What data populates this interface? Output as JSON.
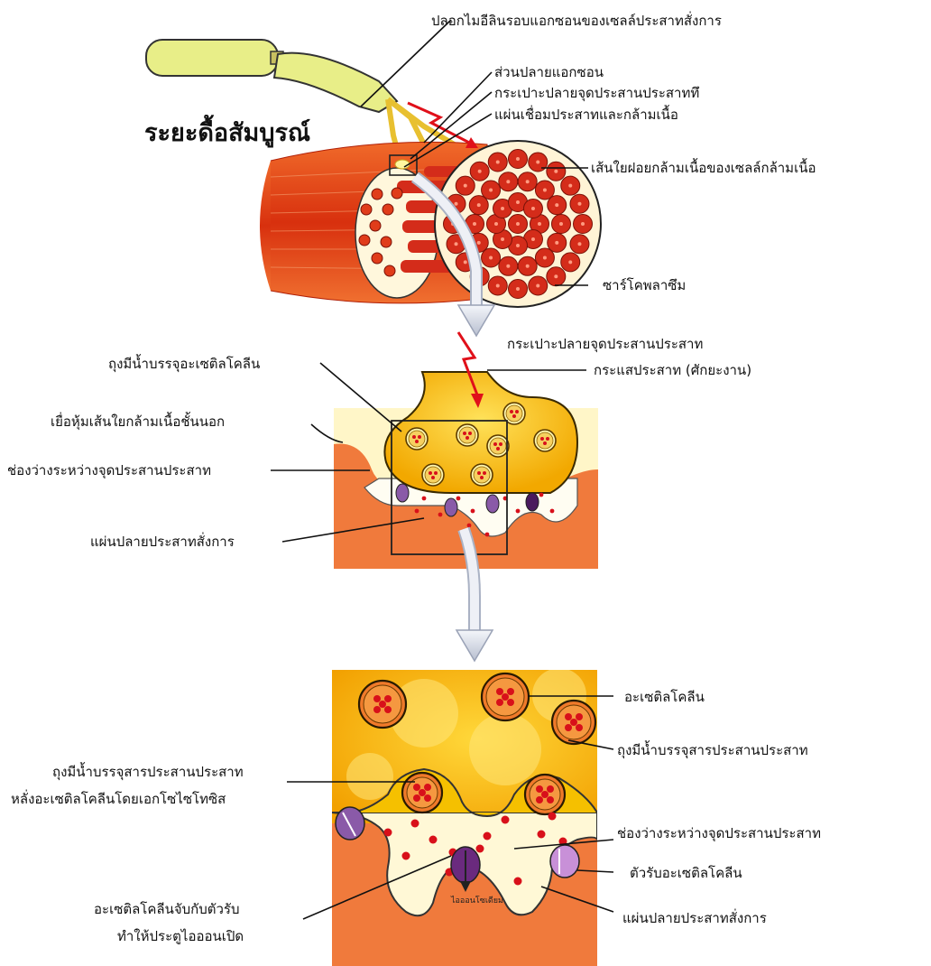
{
  "labels": {
    "myelin_sheath": "ปลอกไมอีลินรอบแอกซอนของเซลล์ประสาทสั่งการ",
    "axon_terminal": "ส่วนปลายแอกซอน",
    "terminal_bouton_top": "กระเปาะปลายจุดประสานประสาททึ",
    "neuromuscular_junction": "แผ่นเชื่อมประสาทและกล้ามเนื้อ",
    "resting_state": "ระยะดื้อสัมบูรณ์",
    "myofibril": "เส้นใยฝอยกล้ามเนื้อของเซลล์กล้ามเนื้อ",
    "sarcoplasm": "ซาร์โคพลาซึม",
    "terminal_bouton": "กระเปาะปลายจุดประสานประสาท",
    "nerve_impulse": "กระแสประสาท (ศักยะงาน)",
    "ach_vesicle": "ถุงมีน้ำบรรจุอะเซติลโคลีน",
    "sarcolemma": "เยื่อหุ้มเส้นใยกล้ามเนื้อชั้นนอก",
    "synaptic_cleft_mid": "ช่องว่างระหว่างจุดประสานประสาท",
    "motor_end_plate_mid": "แผ่นปลายประสาทสั่งการ",
    "acetylcholine": "อะเซติลโคลีน",
    "neurotransmitter_vesicle": "ถุงมีน้ำบรรจุสารประสานประสาท",
    "exocytosis_line1": "ถุงมีน้ำบรรจุสารประสานประสาท",
    "exocytosis_line2": "หลั่งอะเซติลโคลีนโดยเอกโซไซโทซิส",
    "synaptic_cleft_bottom": "ช่องว่างระหว่างจุดประสานประสาท",
    "ach_receptor": "ตัวรับอะเซติลโคลีน",
    "binding_line1": "อะเซติลโคลีนจับกับตัวรับ",
    "binding_line2": "ทำให้ประตูไอออนเปิด",
    "motor_end_plate_bottom": "แผ่นปลายประสาทสั่งการ",
    "ion_channel": "ไอออนโซเดียม"
  },
  "colors": {
    "axon_yellow": "#e8ee88",
    "muscle_red": "#e03c10",
    "muscle_orange": "#f07a3c",
    "fiber_red": "#d42c1a",
    "bouton_gold": "#f5b800",
    "cleft_cream": "#fff8d6",
    "receptor_purple": "#7a3a86",
    "ach_dot": "#d8101a",
    "arrow_grey": "#c8cdd8",
    "signal_red": "#e0101a"
  },
  "icons": {
    "impulse": "lightning-bolt-icon",
    "zoom": "grey-down-arrow-icon"
  }
}
